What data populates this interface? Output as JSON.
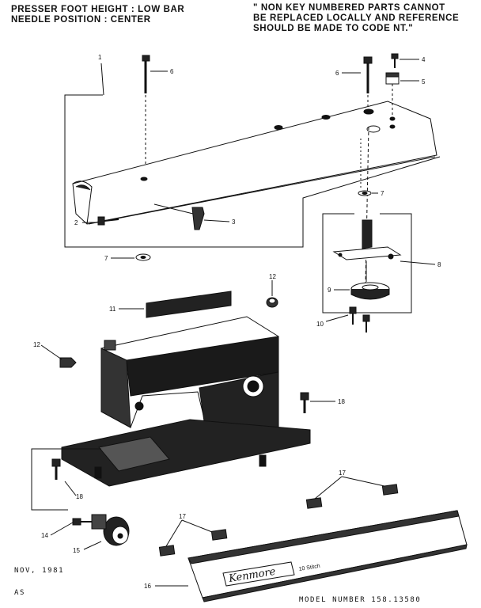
{
  "header": {
    "left_line1": "PRESSER FOOT HEIGHT : LOW BAR",
    "left_line2": "NEEDLE POSITION : CENTER",
    "right_line1": "\" NON KEY NUMBERED PARTS CANNOT",
    "right_line2": "BE REPLACED LOCALLY AND REFERENCE",
    "right_line3": "SHOULD BE MADE TO CODE NT.\""
  },
  "footer": {
    "date": "NOV, 1981",
    "page": "AS",
    "model": "MODEL NUMBER 158.13580"
  },
  "nameplate": {
    "brand": "Kenmore",
    "subtitle": "10 Stitch"
  },
  "callouts": {
    "c1": "1",
    "c2": "2",
    "c3": "3",
    "c4": "4",
    "c5": "5",
    "c6a": "6",
    "c6b": "6",
    "c7a": "7",
    "c7b": "7",
    "c8": "8",
    "c9": "9",
    "c10": "10",
    "c11": "11",
    "c12a": "12",
    "c12b": "12",
    "c14": "14",
    "c15": "15",
    "c16": "16",
    "c17a": "17",
    "c17b": "17",
    "c18a": "18",
    "c18b": "18"
  }
}
